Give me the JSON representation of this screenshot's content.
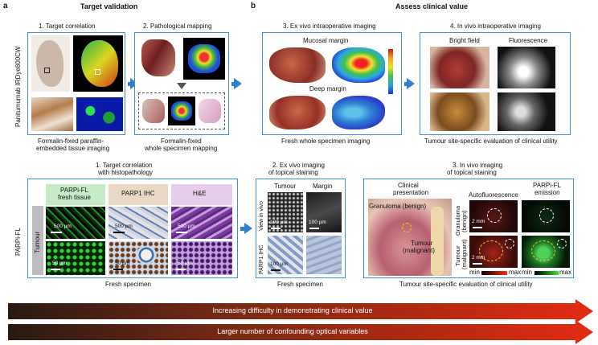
{
  "panels": {
    "a": {
      "letter": "a",
      "title": "Target validation"
    },
    "b": {
      "letter": "b",
      "title": "Assess clinical value"
    }
  },
  "left_labels": {
    "top": "Panitumumab IRDye800CW",
    "bottom": "PARPi-FL"
  },
  "top_row": {
    "step1": {
      "title": "1. Target correlation",
      "caption_line1": "Formalin-fixed paraffin-",
      "caption_line2": "embedded tissue imaging"
    },
    "step2": {
      "title": "2. Pathological mapping",
      "caption_line1": "Formalin-fixed",
      "caption_line2": "whole specimen mapping"
    },
    "step3": {
      "title": "3. Ex vivo intraoperative imaging",
      "label_mucosal": "Mucosal margin",
      "label_deep": "Deep margin",
      "caption": "Fresh whole specimen imaging"
    },
    "step4": {
      "title": "4. In vivo intraoperative imaging",
      "label_bright": "Bright field",
      "label_fluor": "Fluorescence",
      "caption": "Tumour site-specific evaluation of clinical utility"
    }
  },
  "bottom_row": {
    "step1": {
      "title_line1": "1. Target correlation",
      "title_line2": "with histopathology",
      "col1_line1": "PARPi-FL",
      "col1_line2": "fresh tissue",
      "col2": "PARP1 IHC",
      "col3": "H&E",
      "row_label": "Tumour",
      "scale_500": "500 µm",
      "scale_50": "50 µm",
      "caption": "Fresh specimen"
    },
    "step2": {
      "title_line1": "2. Ex vivo imaging",
      "title_line2": "of topical staining",
      "col_tumour": "Tumour",
      "col_margin": "Margin",
      "row_vivo": "View in vivo",
      "row_ihc": "PARP1 IHC",
      "scale_100": "100 µm",
      "caption": "Fresh specimen"
    },
    "step3": {
      "title_line1": "3. In vivo imaging",
      "title_line2": "of topical staining",
      "clinical_line1": "Clinical",
      "clinical_line2": "presentation",
      "granuloma": "Granuloma (benign)",
      "tumour_line1": "Tumour",
      "tumour_line2": "(malignant)",
      "autofluor": "Autofluorescence",
      "emission_line1": "PARPi-FL",
      "emission_line2": "emission",
      "row1_line1": "Granuloma",
      "row1_line2": "(benign)",
      "row2_line1": "Tumour",
      "row2_line2": "(malignant)",
      "scale_2mm": "2 mm",
      "min": "min",
      "max": "max",
      "caption": "Tumour site-specific evaluation of clinical utility"
    }
  },
  "bands": {
    "band1": "Increasing difficulty in demonstrating clinical value",
    "band2": "Larger number of confounding optical variables"
  },
  "colors": {
    "accent_blue": "#2f7fcb",
    "band_start": "#2a1a12",
    "band_end": "#e02a12"
  }
}
